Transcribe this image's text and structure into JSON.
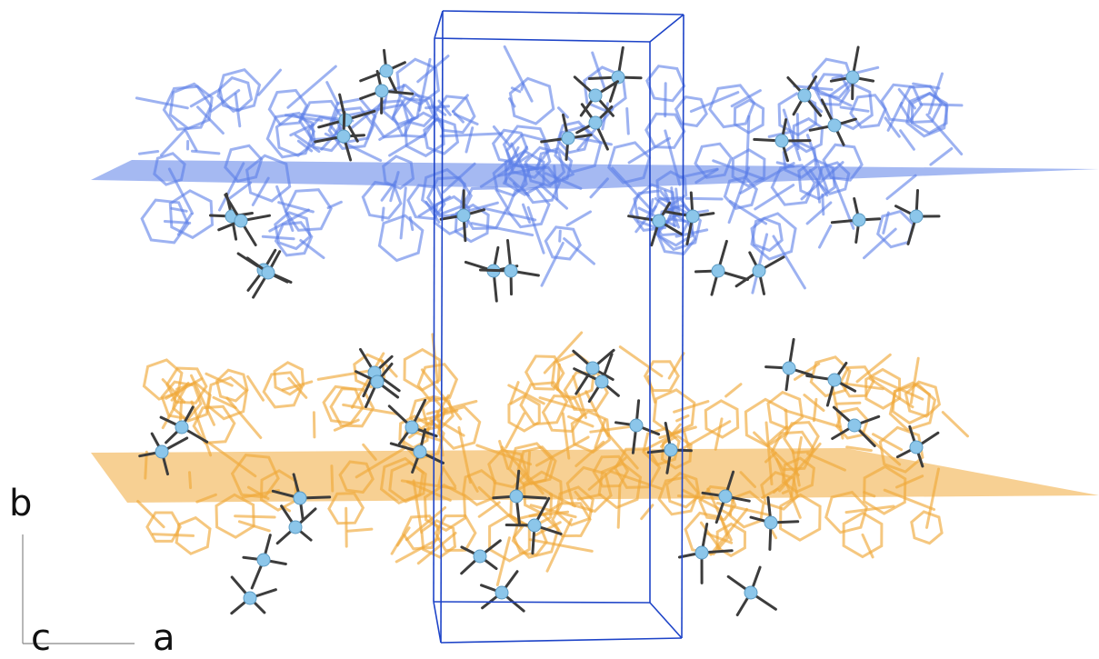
{
  "axes": {
    "b": "b",
    "c": "c",
    "a": "a"
  },
  "colors": {
    "upper_layer": "#5b7fe8",
    "lower_layer": "#f0a93a",
    "cell_box": "#1e44c8",
    "ion_center": "#8cc6ea",
    "ion_bonds": "#3c3c3c",
    "background": "#ffffff"
  },
  "components": [
    "upper-molecular-layer",
    "lower-molecular-layer",
    "unit-cell",
    "counter-ions"
  ]
}
